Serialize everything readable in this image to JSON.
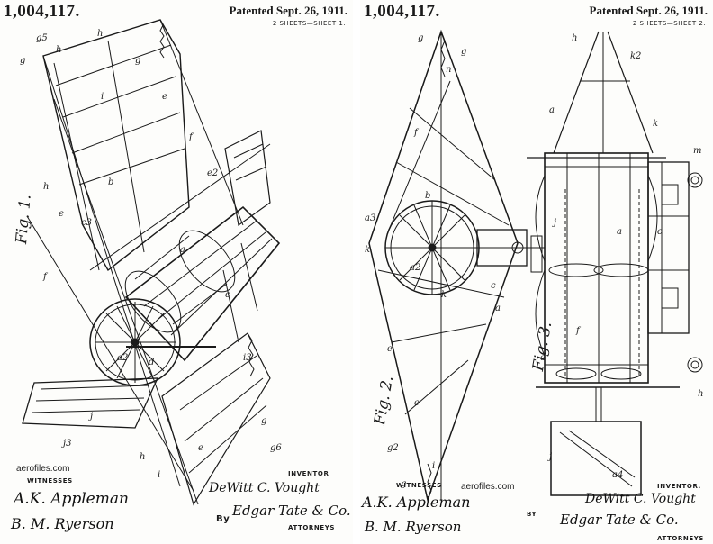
{
  "sheet1": {
    "patent_number": "1,004,117.",
    "patented_date": "Patented Sept. 26, 1911.",
    "sheets_note": "2 SHEETS—SHEET 1.",
    "figure_label": "Fig. 1.",
    "credit": "aerofiles.com",
    "witnesses_label": "WITNESSES",
    "inventor_label": "INVENTOR",
    "attorneys_label": "ATTORNEYS",
    "by_label": "By",
    "witness1_signature": "A.K. Appleman",
    "witness2_signature": "B. M. Ryerson",
    "inventor_signature": "DeWitt C. Vought",
    "attorney_signature": "Edgar Tate & Co."
  },
  "sheet2": {
    "patent_number": "1,004,117.",
    "patented_date": "Patented Sept. 26, 1911.",
    "sheets_note": "2 SHEETS—SHEET 2.",
    "figure2_label": "Fig. 2.",
    "figure3_label": "Fig. 3.",
    "credit": "aerofiles.com",
    "witnesses_label": "WITNESSES",
    "inventor_label": "INVENTOR.",
    "attorneys_label": "ATTORNEYS",
    "by_label": "BY",
    "witness1_signature": "A.K. Appleman",
    "witness2_signature": "B. M. Ryerson",
    "inventor_signature": "DeWitt C. Vought",
    "attorney_signature": "Edgar Tate & Co."
  },
  "colors": {
    "ink": "#1a1a1a",
    "paper": "#fdfdfb"
  }
}
